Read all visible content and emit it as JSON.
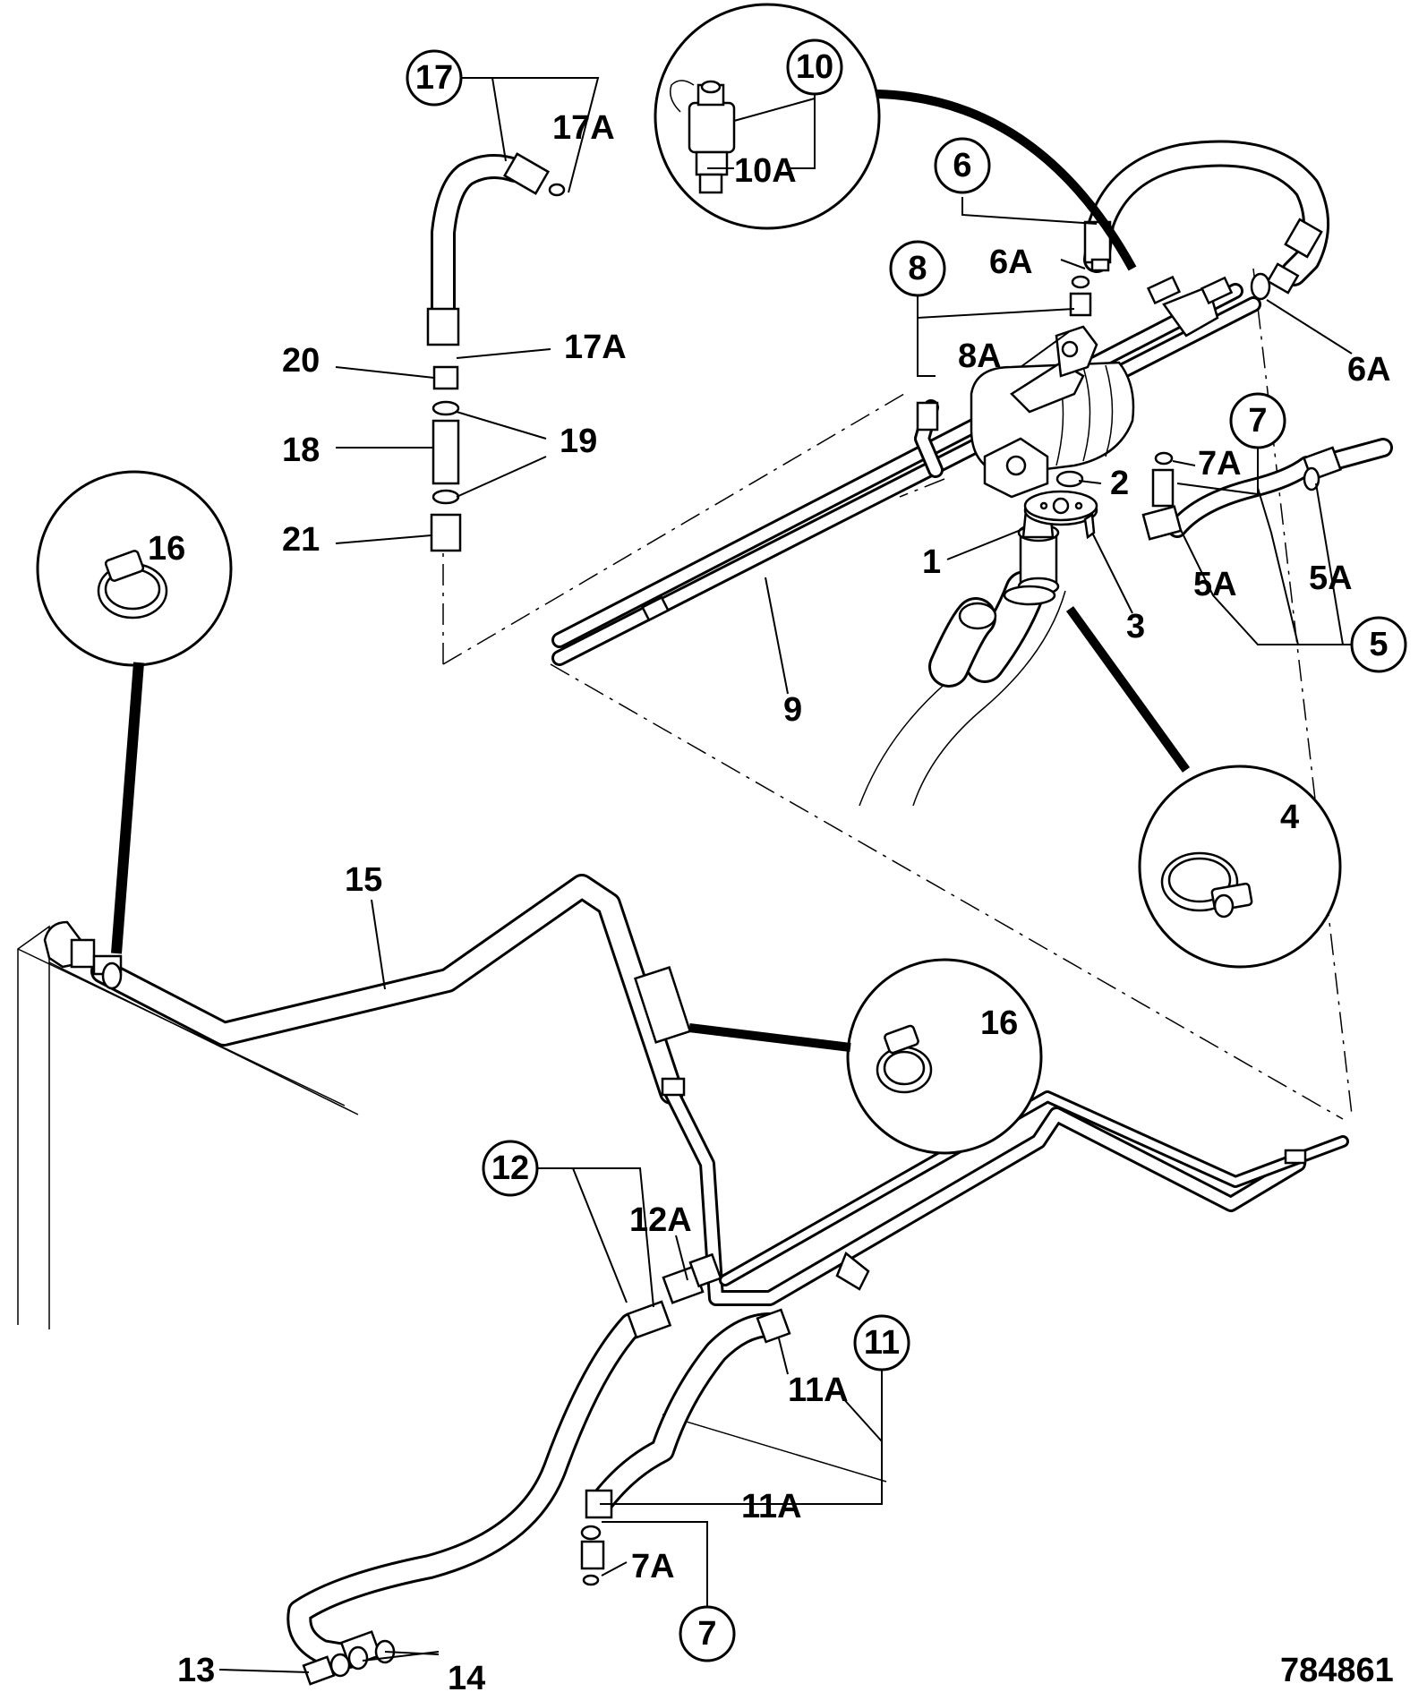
{
  "figure_number": "784861",
  "callouts": {
    "c1": "1",
    "c2": "2",
    "c3": "3",
    "c4": "4",
    "c5": "5",
    "c5a_left": "5A",
    "c5a_right": "5A",
    "c6": "6",
    "c6a_top": "6A",
    "c6a_right": "6A",
    "c7_top": "7",
    "c7a_top": "7A",
    "c7_bottom": "7",
    "c7a_bottom": "7A",
    "c8": "8",
    "c8a": "8A",
    "c9": "9",
    "c10": "10",
    "c10a": "10A",
    "c11": "11",
    "c11a_top": "11A",
    "c11a_bottom": "11A",
    "c12": "12",
    "c12a": "12A",
    "c13": "13",
    "c14": "14",
    "c15": "15",
    "c16_left": "16",
    "c16_right": "16",
    "c17": "17",
    "c17a_top": "17A",
    "c17a_mid": "17A",
    "c18": "18",
    "c19": "19",
    "c20": "20",
    "c21": "21"
  }
}
